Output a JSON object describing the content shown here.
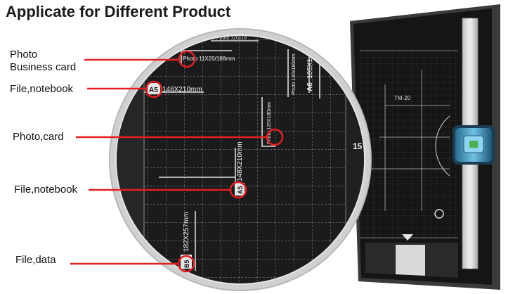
{
  "title": "Applicate for Different Product",
  "callouts": [
    {
      "line1": "Photo",
      "line2": "Business card"
    },
    {
      "line1": "File,notebook"
    },
    {
      "line1": "Photo,card"
    },
    {
      "line1": "File,notebook"
    },
    {
      "line1": "File,data"
    }
  ],
  "magnified_labels": {
    "photo_small": "Photo 11X20/188mm",
    "photo_top": "Photo 120x18",
    "a5_tag": "A5",
    "a5_size": "148X210mm",
    "photo_vertical": "Photo 120X180mm",
    "photo_vertical2": "Photo 130x180mm",
    "a6_tag": "A6",
    "a6_size": "105X1",
    "a5_vertical": "148X210mm",
    "b5_tag": "B5",
    "b5_size": "182X257mm",
    "degree": "15"
  },
  "cutter": {
    "model": "TM-20"
  },
  "colors": {
    "callout_line": "#e31e24",
    "board": "#1b1b1b",
    "magnifier_ring": "#c9c9c9"
  }
}
